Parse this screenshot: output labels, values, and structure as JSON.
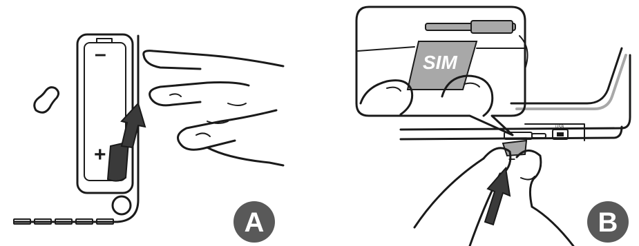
{
  "panel_a": {
    "badge_label": "A",
    "minus_sign": "–",
    "plus_sign": "+"
  },
  "panel_b": {
    "badge_label": "B",
    "sim_label": "SIM",
    "port_label": "USB",
    "minus_sign": "–"
  },
  "colors": {
    "badge_fill": "#595959",
    "line": "#1a1a1a",
    "sim_gray": "#a8a8a8",
    "arrow_dark": "#3a3a3a"
  }
}
